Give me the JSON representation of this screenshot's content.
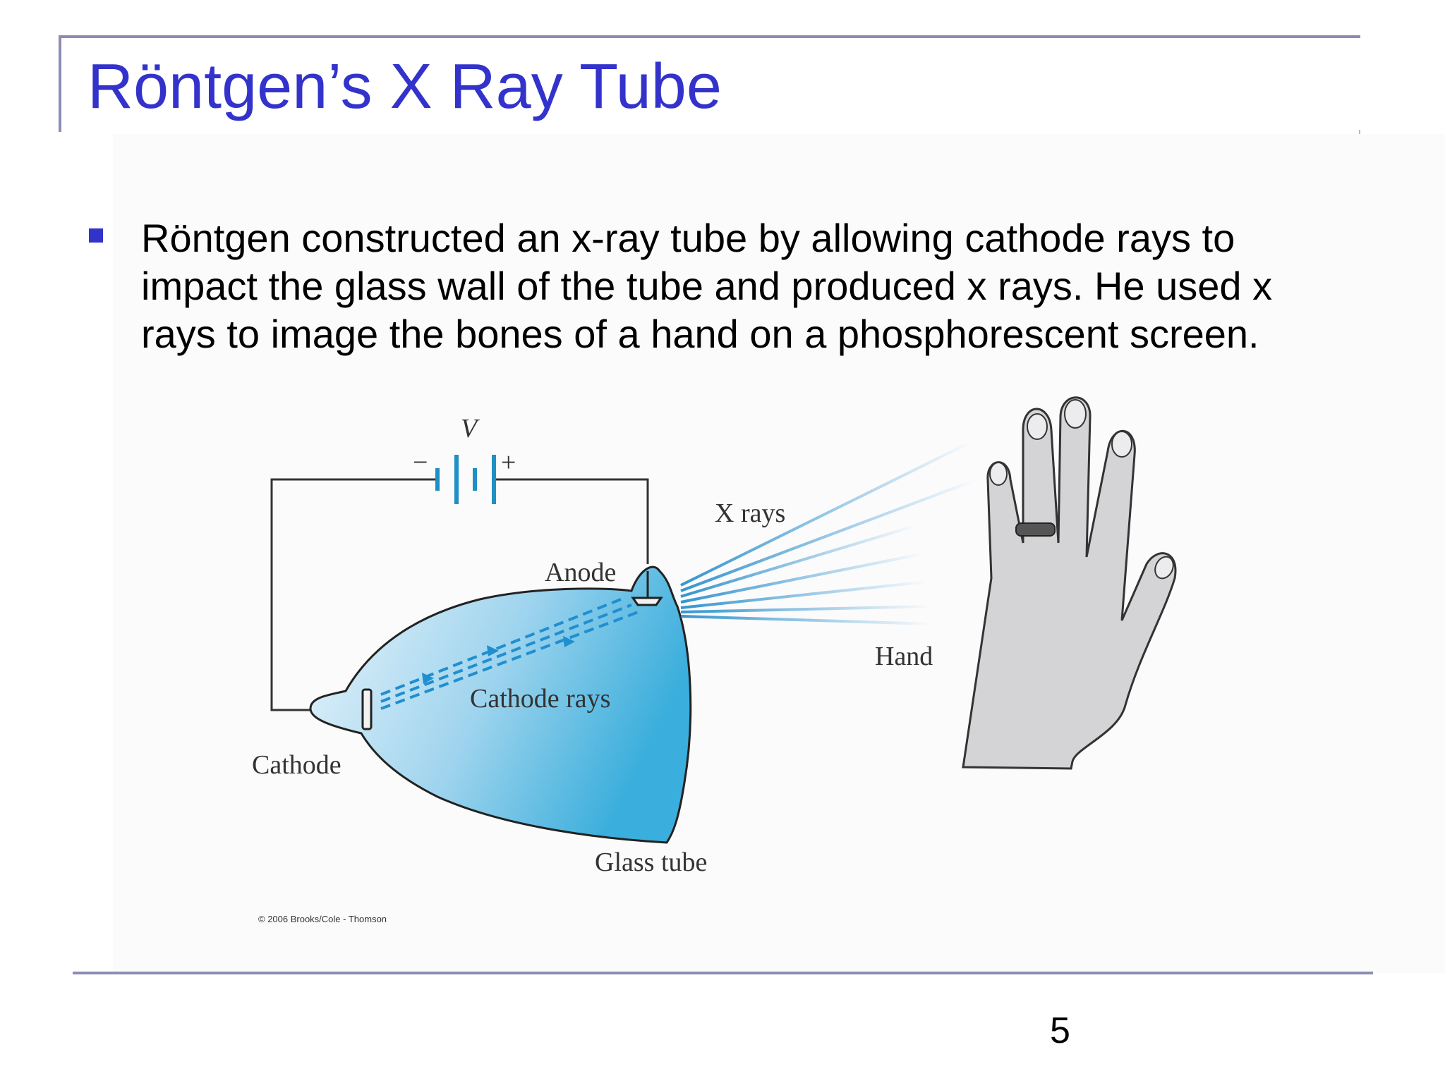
{
  "slide": {
    "title": "Röntgen’s X Ray Tube",
    "bullet": "Röntgen constructed an x-ray tube by allowing cathode rays to impact the glass wall of the tube and produced x rays.  He used x rays to image the bones of a hand on a phosphorescent screen.",
    "page_number": "5"
  },
  "diagram": {
    "voltage_label": "V",
    "minus_sign": "−",
    "plus_sign": "+",
    "label_anode": "Anode",
    "label_cathode": "Cathode",
    "label_cathode_rays": "Cathode rays",
    "label_glass_tube": "Glass tube",
    "label_x_rays": "X rays",
    "label_hand": "Hand",
    "copyright": "© 2006 Brooks/Cole - Thomson"
  },
  "colors": {
    "title": "#3333cc",
    "rule": "#8c8cb4",
    "tube_light": "#e8f4fb",
    "tube_dark": "#3aaedc",
    "ray": "#2a8fcc",
    "battery": "#1f8fc4",
    "hand_fill": "#d4d4d6"
  }
}
